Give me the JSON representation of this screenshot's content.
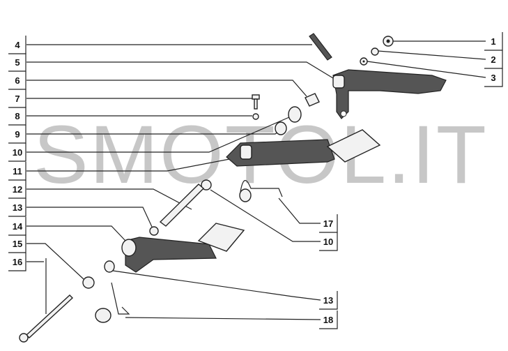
{
  "watermark": "SMOTOL.IT",
  "left_labels": [
    "4",
    "5",
    "6",
    "7",
    "8",
    "9",
    "10",
    "11",
    "12",
    "13",
    "14",
    "15",
    "16"
  ],
  "right_labels": [
    "1",
    "2",
    "3",
    "17",
    "10",
    "13",
    "18"
  ]
}
